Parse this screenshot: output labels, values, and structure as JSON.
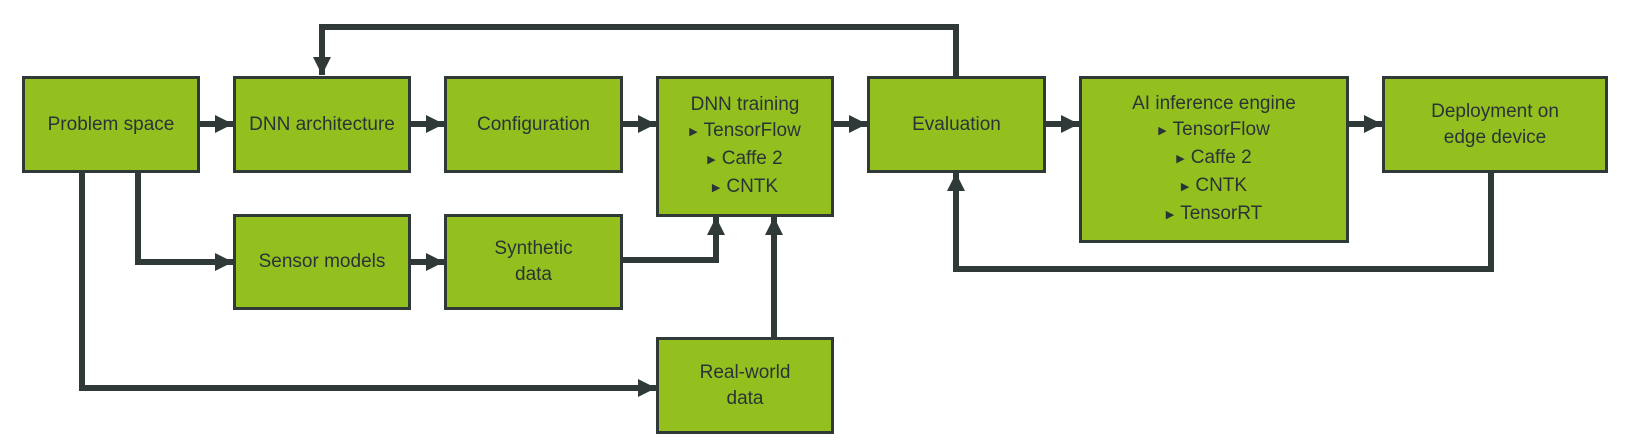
{
  "colors": {
    "box_fill": "#93c01f",
    "line": "#2f3a38",
    "text": "#2a3436",
    "background": "#ffffff"
  },
  "bullet_icon": "right-triangle-icon",
  "nodes": {
    "problem_space": {
      "label": "Problem space"
    },
    "dnn_architecture": {
      "label": "DNN architecture"
    },
    "configuration": {
      "label": "Configuration"
    },
    "dnn_training": {
      "label": "DNN training",
      "items": [
        "TensorFlow",
        "Caffe 2",
        "CNTK"
      ]
    },
    "evaluation": {
      "label": "Evaluation"
    },
    "ai_inference_engine": {
      "label": "AI inference engine",
      "items": [
        "TensorFlow",
        "Caffe 2",
        "CNTK",
        "TensorRT"
      ]
    },
    "deployment": {
      "label_line1": "Deployment on",
      "label_line2": "edge device"
    },
    "sensor_models": {
      "label": "Sensor models"
    },
    "synthetic_data": {
      "label_line1": "Synthetic",
      "label_line2": "data"
    },
    "real_world_data": {
      "label_line1": "Real-world",
      "label_line2": "data"
    }
  },
  "edges": [
    {
      "from": "problem_space",
      "to": "dnn_architecture"
    },
    {
      "from": "dnn_architecture",
      "to": "configuration"
    },
    {
      "from": "configuration",
      "to": "dnn_training"
    },
    {
      "from": "dnn_training",
      "to": "evaluation"
    },
    {
      "from": "evaluation",
      "to": "ai_inference_engine"
    },
    {
      "from": "ai_inference_engine",
      "to": "deployment"
    },
    {
      "from": "evaluation",
      "to": "dnn_architecture"
    },
    {
      "from": "deployment",
      "to": "evaluation"
    },
    {
      "from": "problem_space",
      "to": "sensor_models"
    },
    {
      "from": "sensor_models",
      "to": "synthetic_data"
    },
    {
      "from": "synthetic_data",
      "to": "dnn_training"
    },
    {
      "from": "problem_space",
      "to": "real_world_data"
    },
    {
      "from": "real_world_data",
      "to": "dnn_training"
    }
  ]
}
